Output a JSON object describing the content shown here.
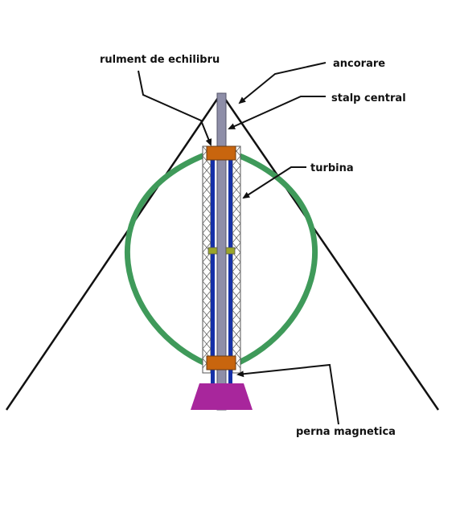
{
  "labels": {
    "bearing": "rulment de echilibru",
    "anchoring": "ancorare",
    "central_pole": "stalp central",
    "turbine": "turbina",
    "magnetic_cushion": "perna magnetica"
  },
  "colors": {
    "background": "#ffffff",
    "guy_wires": "#111111",
    "pole": "#8e8ea8",
    "pole_edge": "#55556a",
    "bearing": "#c8650e",
    "bearing_edge": "#6b3a10",
    "turbine_blade": "#3f9a5a",
    "shaft": "#1530a8",
    "spacer": "#9aa52a",
    "lattice": "#555555",
    "magnetic_base": "#a8269c",
    "arrow": "#111111",
    "text": "#111111"
  }
}
